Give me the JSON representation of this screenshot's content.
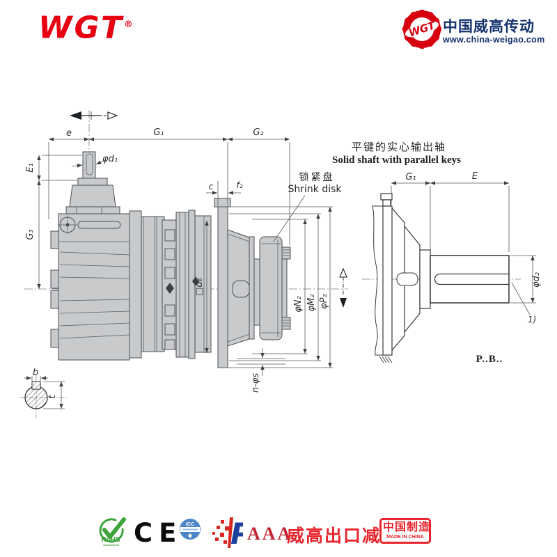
{
  "header": {
    "logo_text": "WGT",
    "logo_reg": "®",
    "gear_logo_text": "WGT",
    "brand_cn": "中国威高传动",
    "brand_url": "www.china-weigao.com"
  },
  "colors": {
    "brand_red": "#e60012",
    "brand_navy": "#16336e",
    "stamp_red": "#e8242c",
    "body_gray": "#c8cacc",
    "line_dark": "#4a4e53"
  },
  "drawing": {
    "main": {
      "dims": {
        "e": "e",
        "g1": "G₁",
        "g2": "G₂",
        "e1": "E₁",
        "g3": "G₃",
        "phid1": "φd₁",
        "c": "c",
        "f2": "f₂",
        "d6": "□d₆",
        "n2": "φN₂",
        "m2": "φM₂",
        "p2": "φP₂",
        "ns": "n-φs",
        "b": "b",
        "t": "t"
      },
      "shrink_cn": "锁紧盘",
      "shrink_en": "Shrink disk"
    },
    "side": {
      "title_cn": "平键的实心输出轴",
      "title_en": "Solid shaft with parallel keys",
      "g1": "G₁",
      "e": "E",
      "phid2": "φd₂",
      "note": "1)",
      "model": "P..B.."
    }
  },
  "footer": {
    "rohs": "RoHS",
    "ce": "CE",
    "icc": "ICC",
    "aaa": "AAA",
    "slogan": "威高出口减速机",
    "made_cn": "中国制造",
    "made_en": "MADE IN CHINA"
  }
}
